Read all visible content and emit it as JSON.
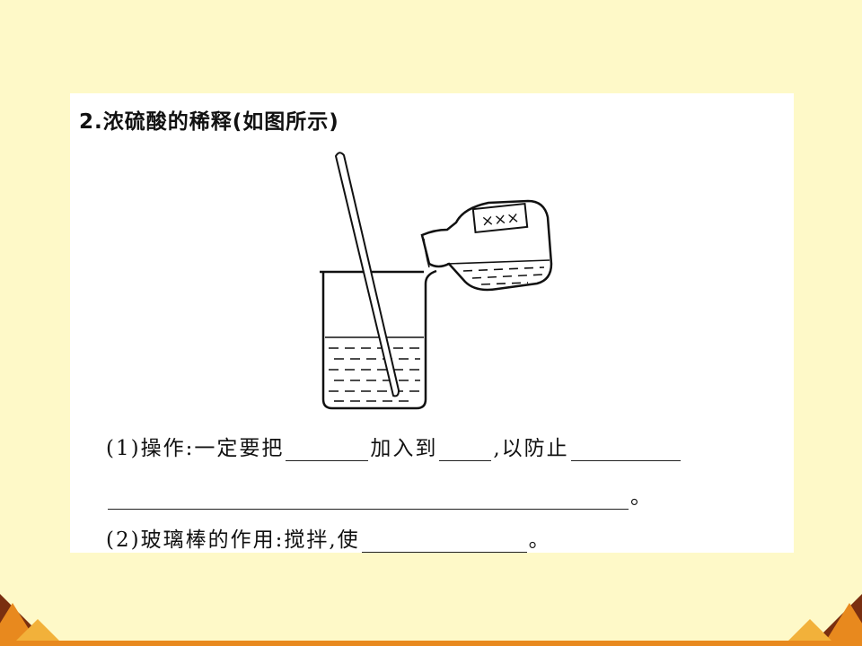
{
  "problem": {
    "title": "2.浓硫酸的稀释(如图所示)",
    "bottle_label": "×××",
    "q1": {
      "prefix": "(1)操作:一定要把",
      "mid1": "加入到",
      "mid2": ",以防止",
      "end": "。"
    },
    "q2": {
      "prefix": "(2)玻璃棒的作用:搅拌,使",
      "end": "。"
    }
  },
  "colors": {
    "background": "#FEF9C8",
    "card": "#FFFFFF",
    "accent_orange": "#E8891E",
    "accent_dark": "#8B3A12"
  }
}
